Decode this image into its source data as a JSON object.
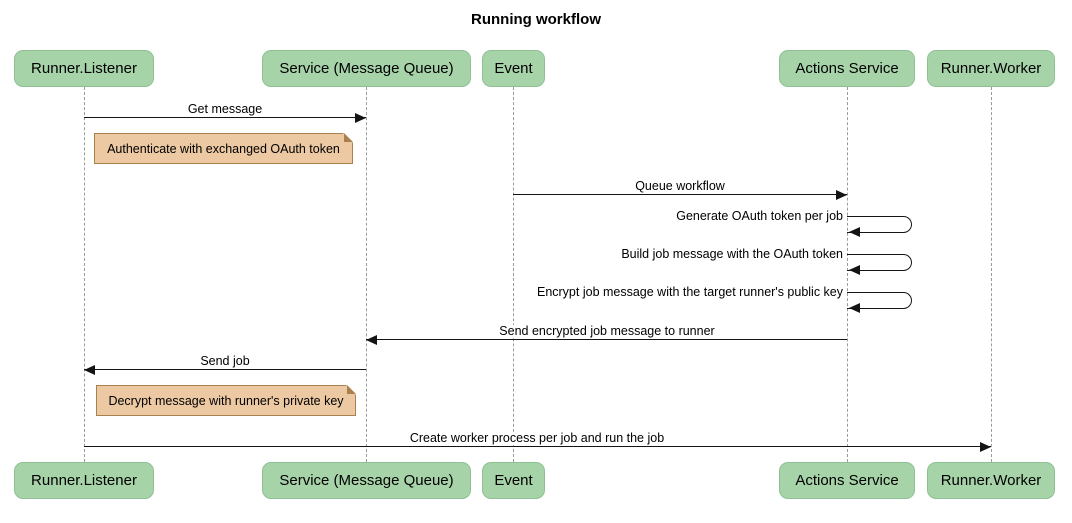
{
  "title": "Running workflow",
  "diagram_type": "sequence",
  "colors": {
    "actor-fill": "#a7d3a9",
    "actor-border": "#8fc094",
    "note-fill": "#ecc9a2",
    "note-border": "#a9814e",
    "line": "#141414",
    "lifeline": "#9b9b9b",
    "text": "#000000",
    "bg": "#ffffff"
  },
  "participants": [
    {
      "label": "Runner.Listener"
    },
    {
      "label": "Service (Message Queue)"
    },
    {
      "label": "Event"
    },
    {
      "label": "Actions Service"
    },
    {
      "label": "Runner.Worker"
    }
  ],
  "messages": [
    {
      "label": "Get message",
      "from": "Runner.Listener",
      "to": "Service (Message Queue)",
      "type": "solid-arrow"
    },
    {
      "label": "Queue workflow",
      "from": "Event",
      "to": "Actions Service",
      "type": "solid-arrow"
    },
    {
      "label": "Generate OAuth token per job",
      "from": "Actions Service",
      "to": "Actions Service",
      "type": "self-loop"
    },
    {
      "label": "Build job message with the OAuth token",
      "from": "Actions Service",
      "to": "Actions Service",
      "type": "self-loop"
    },
    {
      "label": "Encrypt job message with the target runner's public key",
      "from": "Actions Service",
      "to": "Actions Service",
      "type": "self-loop"
    },
    {
      "label": "Send encrypted job message to runner",
      "from": "Actions Service",
      "to": "Service (Message Queue)",
      "type": "solid-arrow"
    },
    {
      "label": "Send job",
      "from": "Service (Message Queue)",
      "to": "Runner.Listener",
      "type": "solid-arrow"
    },
    {
      "label": "Create worker process per job and run the job",
      "from": "Runner.Listener",
      "to": "Runner.Worker",
      "type": "solid-arrow"
    }
  ],
  "notes": [
    {
      "text": "Authenticate with exchanged OAuth token",
      "position": "right of Runner.Listener"
    },
    {
      "text": "Decrypt message with runner's private key",
      "position": "right of Runner.Listener"
    }
  ]
}
